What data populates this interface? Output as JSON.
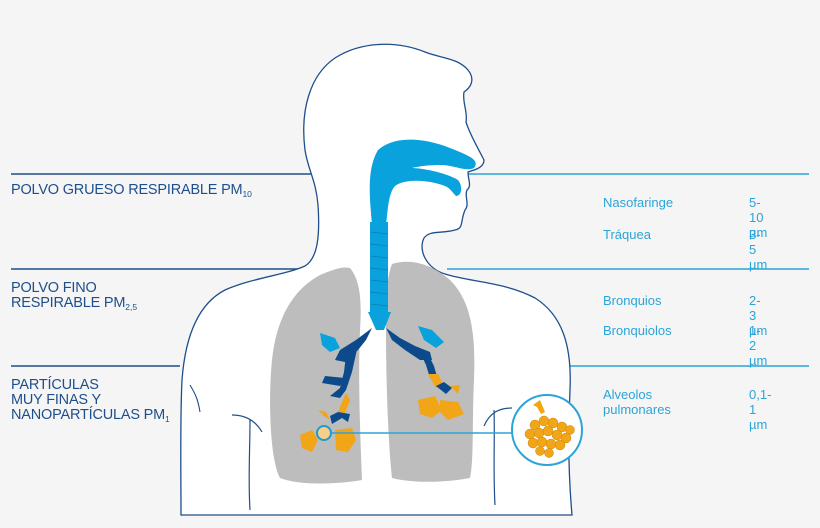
{
  "colors": {
    "background": "#f5f5f5",
    "body_fill": "#ffffff",
    "body_outline": "#1e4f8c",
    "left_text": "#1e4f8c",
    "right_text": "#2ba4d8",
    "right_rule": "#2ba4d8",
    "left_rule": "#1e4f8c",
    "airway_light_blue": "#0aa2dc",
    "bronchi_dark_blue": "#0d4a8c",
    "alveoli_orange": "#f2a516",
    "lung_gray": "#bdbdbd"
  },
  "categories": [
    {
      "label": "POLVO GRUESO RESPIRABLE PM",
      "subscript": "10"
    },
    {
      "label_line1": "POLVO FINO",
      "label_line2": "RESPIRABLE PM",
      "subscript": "2,5"
    },
    {
      "label_line1": "PARTÍCULAS",
      "label_line2": "MUY FINAS Y",
      "label_line3": "NANOPARTÍCULAS PM",
      "subscript": "1"
    }
  ],
  "zones": [
    {
      "name": "Nasofaringe",
      "size": "5-10 µm"
    },
    {
      "name": "Tráquea",
      "size": "3-5 µm"
    },
    {
      "name": "Bronquios",
      "size": "2-3 µm"
    },
    {
      "name": "Bronquiolos",
      "size": "1-2 µm"
    },
    {
      "name": "Alveolos pulmonares",
      "size": "0,1-1 µm"
    }
  ]
}
